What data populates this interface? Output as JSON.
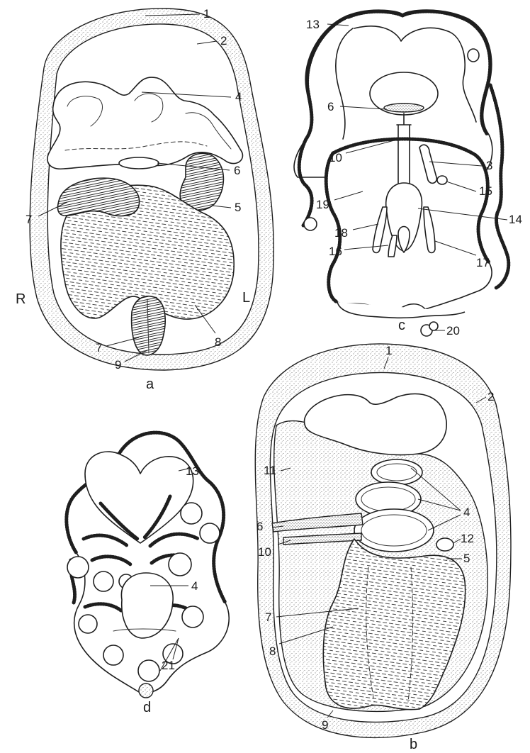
{
  "figure": {
    "panels": {
      "a": {
        "letter": "a",
        "side_left": "R",
        "side_right": "L",
        "labels": [
          "1",
          "2",
          "4",
          "6",
          "5",
          "7",
          "8",
          "7",
          "9"
        ]
      },
      "b": {
        "letter": "b",
        "labels": [
          "1",
          "2",
          "11",
          "4",
          "6",
          "10",
          "12",
          "5",
          "7",
          "8",
          "9"
        ]
      },
      "c": {
        "letter": "c",
        "labels": [
          "13",
          "6",
          "10",
          "3",
          "15",
          "19",
          "14",
          "18",
          "17",
          "16",
          "20"
        ]
      },
      "d": {
        "letter": "d",
        "labels": [
          "13",
          "4",
          "21"
        ]
      }
    }
  }
}
